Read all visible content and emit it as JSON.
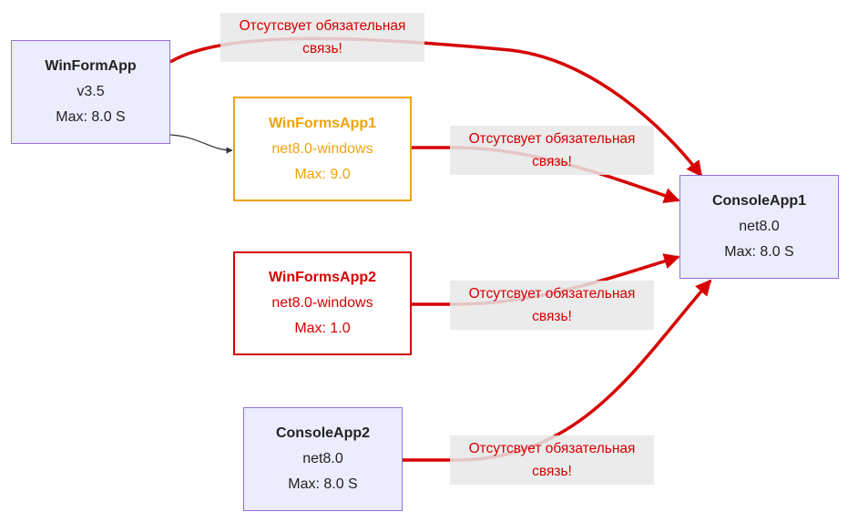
{
  "nodes": {
    "winformapp": {
      "title": "WinFormApp",
      "line1": "v3.5",
      "line2": "Max: 8.0 S"
    },
    "winformsapp1": {
      "title": "WinFormsApp1",
      "line1": "net8.0-windows",
      "line2": "Max: 9.0"
    },
    "winformsapp2": {
      "title": "WinFormsApp2",
      "line1": "net8.0-windows",
      "line2": "Max: 1.0"
    },
    "consoleapp2": {
      "title": "ConsoleApp2",
      "line1": "net8.0",
      "line2": "Max: 8.0 S"
    },
    "consoleapp1": {
      "title": "ConsoleApp1",
      "line1": "net8.0",
      "line2": "Max: 8.0 S"
    }
  },
  "edge_labels": {
    "missing_link": "Отсутсвует обязательная связь!"
  },
  "colors": {
    "node_fill": "#ececff",
    "node_border": "#9370db",
    "warning": "#f0a30a",
    "error": "#d60000",
    "edge_default": "#333333",
    "label_bg": "#e8e8e8"
  }
}
